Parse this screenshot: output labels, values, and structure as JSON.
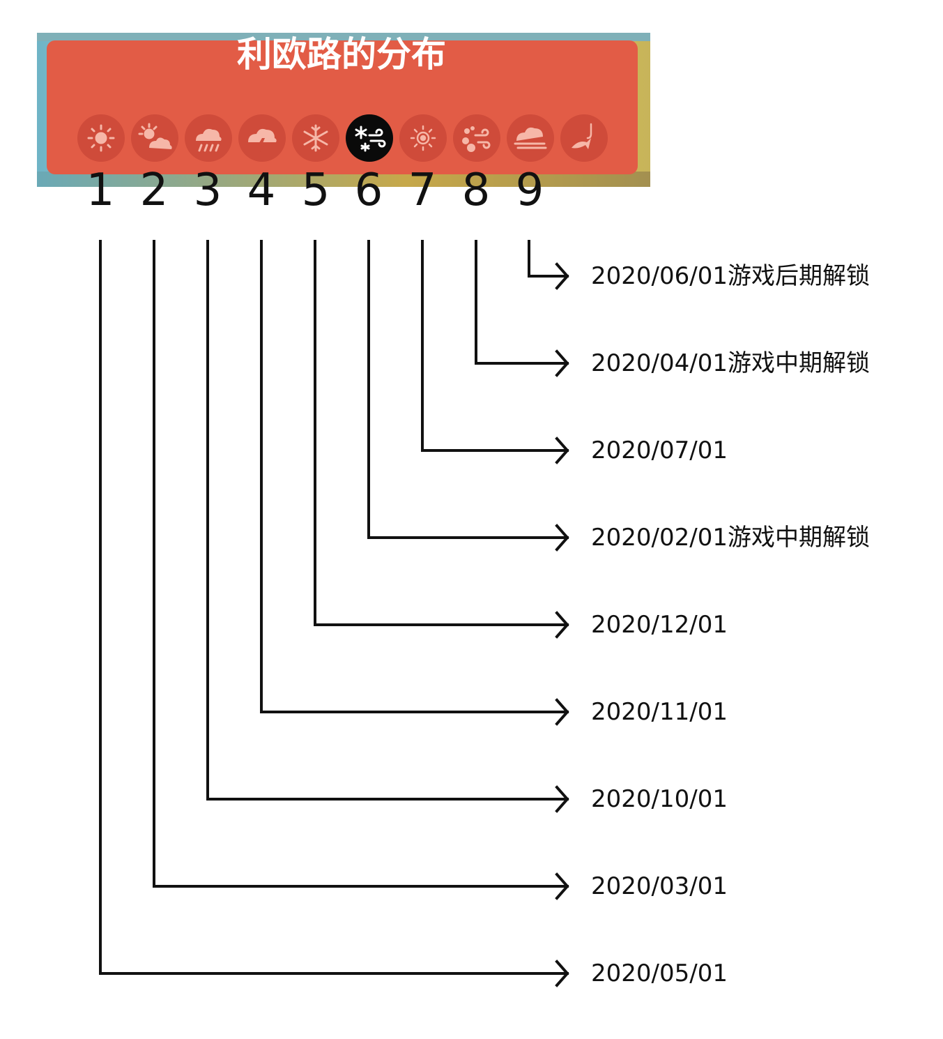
{
  "title": "利欧路的分布",
  "weather_icons": [
    {
      "name": "sun-icon"
    },
    {
      "name": "partly-cloudy-icon"
    },
    {
      "name": "rain-icon"
    },
    {
      "name": "thunderstorm-icon"
    },
    {
      "name": "snowflake-icon"
    },
    {
      "name": "snow-wind-icon",
      "selected": true
    },
    {
      "name": "heat-sun-icon"
    },
    {
      "name": "sandstorm-icon"
    },
    {
      "name": "fog-icon"
    },
    {
      "name": "fishing-icon"
    }
  ],
  "numbers": [
    "1",
    "2",
    "3",
    "4",
    "5",
    "6",
    "7",
    "8",
    "9"
  ],
  "dates": [
    {
      "number": "9",
      "text": "2020/06/01游戏后期解锁"
    },
    {
      "number": "8",
      "text": "2020/04/01游戏中期解锁"
    },
    {
      "number": "7",
      "text": "2020/07/01"
    },
    {
      "number": "6",
      "text": "2020/02/01游戏中期解锁"
    },
    {
      "number": "5",
      "text": "2020/12/01"
    },
    {
      "number": "4",
      "text": "2020/11/01"
    },
    {
      "number": "3",
      "text": "2020/10/01"
    },
    {
      "number": "2",
      "text": "2020/03/01"
    },
    {
      "number": "1",
      "text": "2020/05/01"
    }
  ],
  "colors": {
    "card": "#e25c46",
    "icon_bg": "#cf4b3a",
    "selected_icon_bg": "#0a0a0a",
    "line": "#111111"
  }
}
